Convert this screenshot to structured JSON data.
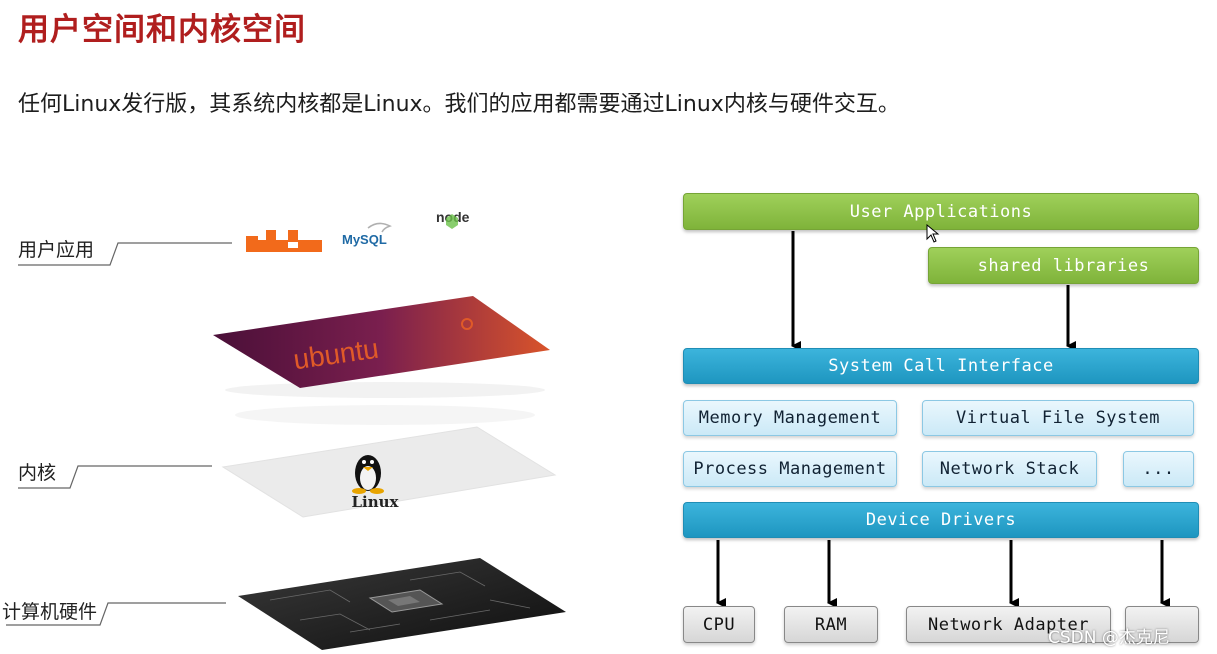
{
  "title": "用户空间和内核空间",
  "subtitle": "任何Linux发行版，其系统内核都是Linux。我们的应用都需要通过Linux内核与硬件交互。",
  "left_stack": {
    "labels": {
      "user_apps": "用户应用",
      "kernel": "内核",
      "hardware": "计算机硬件"
    },
    "logos": {
      "mysql": "MySQL",
      "node": "node",
      "ubuntu": "ubuntu",
      "linux": "Linux"
    }
  },
  "diagram": {
    "user_applications": "User Applications",
    "shared_libraries": "shared libraries",
    "system_call_interface": "System Call Interface",
    "memory_management": "Memory Management",
    "virtual_file_system": "Virtual File System",
    "process_management": "Process Management",
    "network_stack": "Network Stack",
    "more": "...",
    "device_drivers": "Device Drivers",
    "cpu": "CPU",
    "ram": "RAM",
    "network_adapter": "Network Adapter",
    "last_hw": ""
  },
  "watermark": "CSDN @杰克尼",
  "colors": {
    "title": "#b01e1e",
    "green": "#8cc149",
    "blue": "#29a6d0",
    "ubuntu_purple": "#6e1e4e",
    "ubuntu_orange": "#e05a28",
    "rabbit_orange": "#f26a1b"
  }
}
